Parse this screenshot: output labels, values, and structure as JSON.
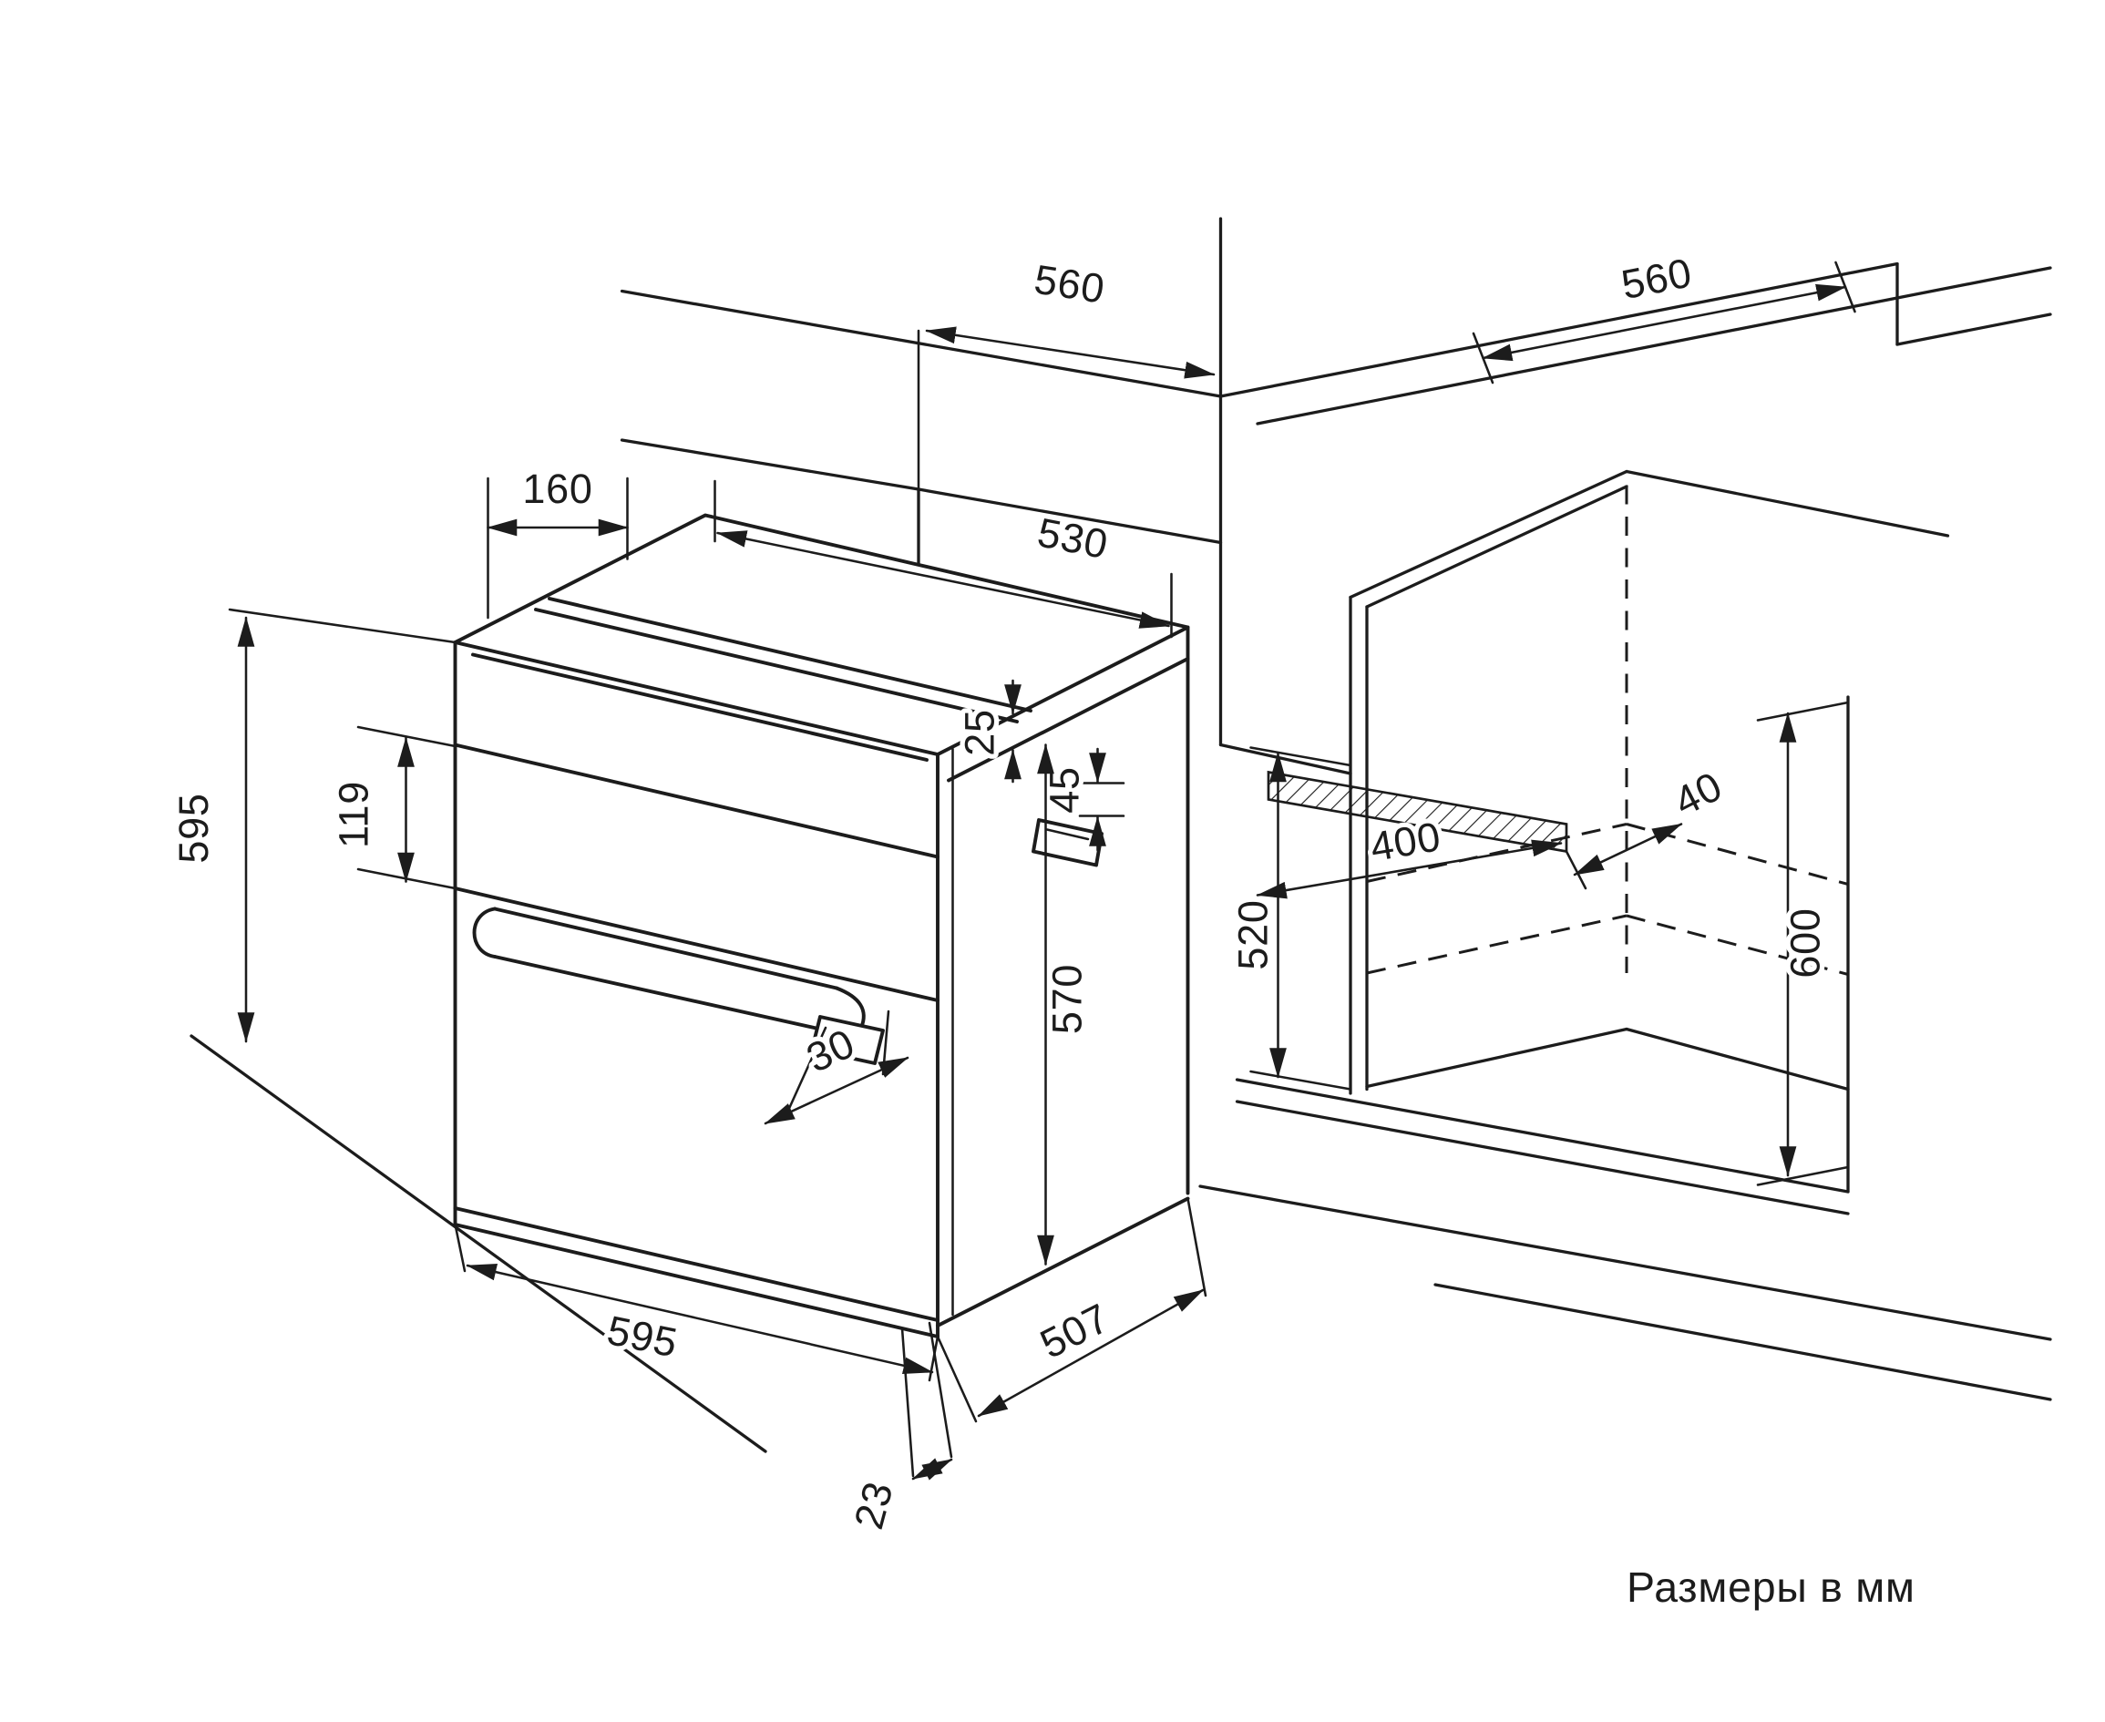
{
  "caption": "Размеры в мм",
  "colors": {
    "line": "#1c1c1c",
    "background": "#ffffff"
  },
  "dimensions": {
    "d560_left": "560",
    "d560_right": "560",
    "d160": "160",
    "d530": "530",
    "d25": "25",
    "d45": "45",
    "d119": "119",
    "d595_height": "595",
    "d570": "570",
    "d30": "30",
    "d595_width": "595",
    "d507": "507",
    "d23": "23",
    "d520": "520",
    "d400": "400",
    "d40": "40",
    "d600": "600"
  }
}
